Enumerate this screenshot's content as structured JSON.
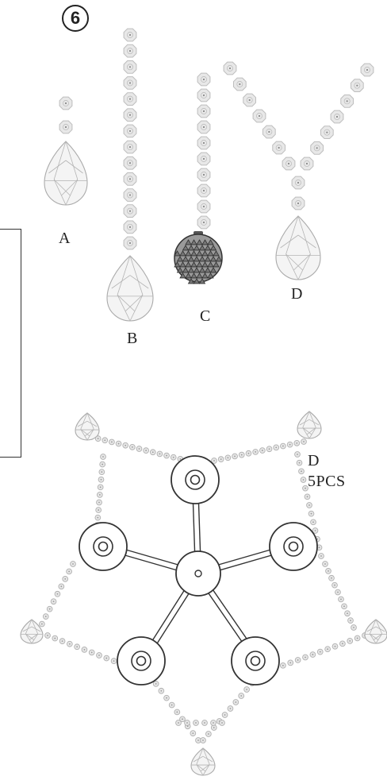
{
  "step": {
    "number": "6"
  },
  "pendants": {
    "a": {
      "label": "A"
    },
    "b": {
      "label": "B"
    },
    "c": {
      "label": "C"
    },
    "d": {
      "label": "D"
    }
  },
  "callout": {
    "label": "D",
    "quantity": "5PCS"
  },
  "colors": {
    "ink": "#333333",
    "bead_light": "#e8e8e8",
    "bead_mid": "#bdbdbd"
  },
  "icons": {
    "pendant_icon": "teardrop-crystal-pendant-icon",
    "ball_icon": "faceted-crystal-ball-icon",
    "bead_icon": "octagon-bead-icon"
  }
}
